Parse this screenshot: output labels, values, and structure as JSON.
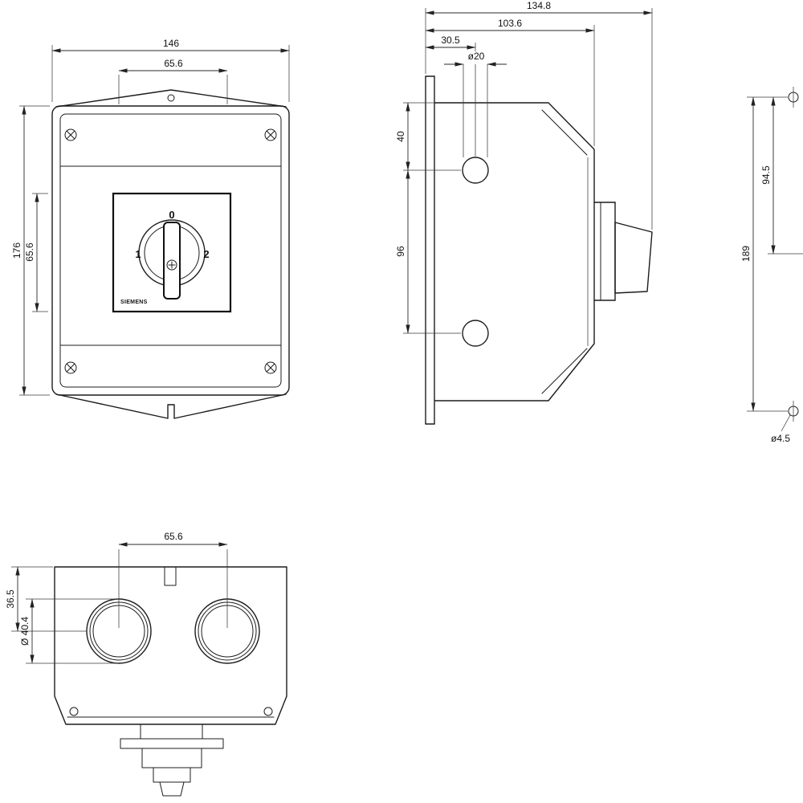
{
  "front_view": {
    "dim_width": "146",
    "dim_hole_spacing": "65.6",
    "dim_height": "176",
    "dim_plate_height": "65.6",
    "pos_0": "0",
    "pos_1": "1",
    "pos_2": "2",
    "brand": "SIEMENS"
  },
  "side_view": {
    "dim_total_depth": "134.8",
    "dim_body_depth": "103.6",
    "dim_hole_offset": "30.5",
    "dim_hole_dia": "ø20",
    "dim_top_to_hole": "40",
    "dim_hole_spacing": "96"
  },
  "mounting_holes": {
    "dim_half": "94.5",
    "dim_full": "189",
    "dim_dia": "ø4.5"
  },
  "bottom_view": {
    "dim_hole_spacing": "65.6",
    "dim_edge_to_center": "36.5",
    "dim_dia": "Ø 40.4"
  }
}
